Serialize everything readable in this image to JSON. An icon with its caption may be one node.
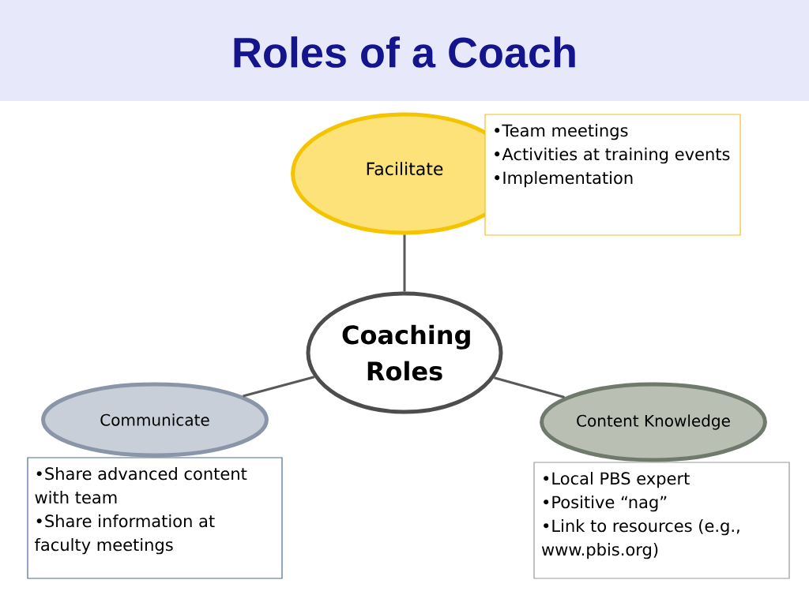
{
  "diagram": {
    "title": "Roles of a Coach",
    "nodes": [
      {
        "text": [
          "Facilitate"
        ]
      },
      {
        "text": [
          "•Team meetings",
          "•Activities at training events",
          "•Implementation"
        ]
      },
      {
        "text": [
          "Coaching Roles"
        ]
      },
      {
        "text": [
          "Communicate"
        ]
      },
      {
        "text": [
          "Content Knowledge"
        ]
      },
      {
        "text": [
          "•Share advanced content with team",
          "•Share information at faculty meetings"
        ]
      },
      {
        "text": [
          "•Local PBS expert",
          "•Positive “nag”",
          "•Link to resources (e.g., www.pbis.org)"
        ]
      }
    ],
    "edges": [
      {
        "from": 2,
        "to": 0,
        "arrow": "none"
      },
      {
        "from": 2,
        "to": 3,
        "arrow": "none"
      },
      {
        "from": 2,
        "to": 4,
        "arrow": "none"
      }
    ]
  }
}
